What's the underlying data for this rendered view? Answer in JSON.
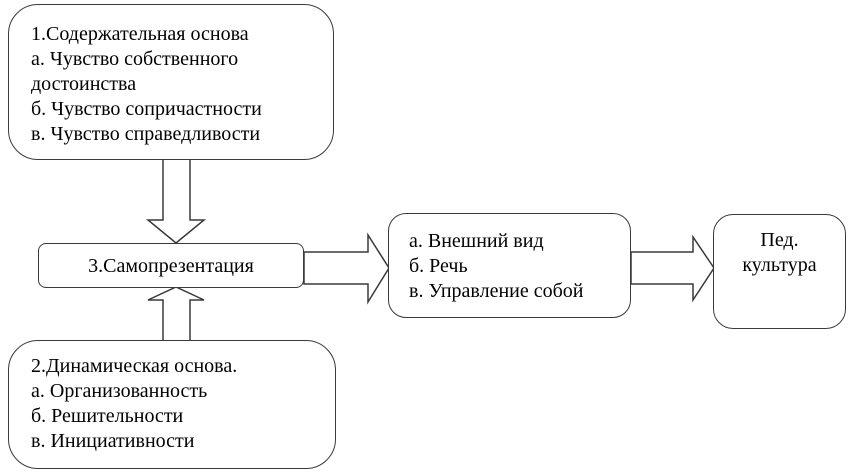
{
  "diagram": {
    "box_content": {
      "title": "1.Содержательная основа",
      "items": [
        "а. Чувство собственного",
        "достоинства",
        "б. Чувство сопричастности",
        "в. Чувство справедливости"
      ]
    },
    "box_dynamic": {
      "title": "2.Динамическая основа.",
      "items": [
        "а. Организованность",
        "б. Решительности",
        "в. Инициативности"
      ]
    },
    "box_self_presentation": {
      "title": "3.Самопрезентация"
    },
    "box_components": {
      "items": [
        "а. Внешний вид",
        "б. Речь",
        "в. Управление собой"
      ]
    },
    "box_result": {
      "lines": [
        "Пед.",
        "культура"
      ]
    },
    "edges": [
      {
        "from": "box_content",
        "to": "box_self_presentation",
        "style": "block-arrow"
      },
      {
        "from": "box_dynamic",
        "to": "box_self_presentation",
        "style": "block-arrow"
      },
      {
        "from": "box_self_presentation",
        "to": "box_components",
        "style": "block-arrow"
      },
      {
        "from": "box_components",
        "to": "box_result",
        "style": "block-arrow"
      }
    ]
  }
}
